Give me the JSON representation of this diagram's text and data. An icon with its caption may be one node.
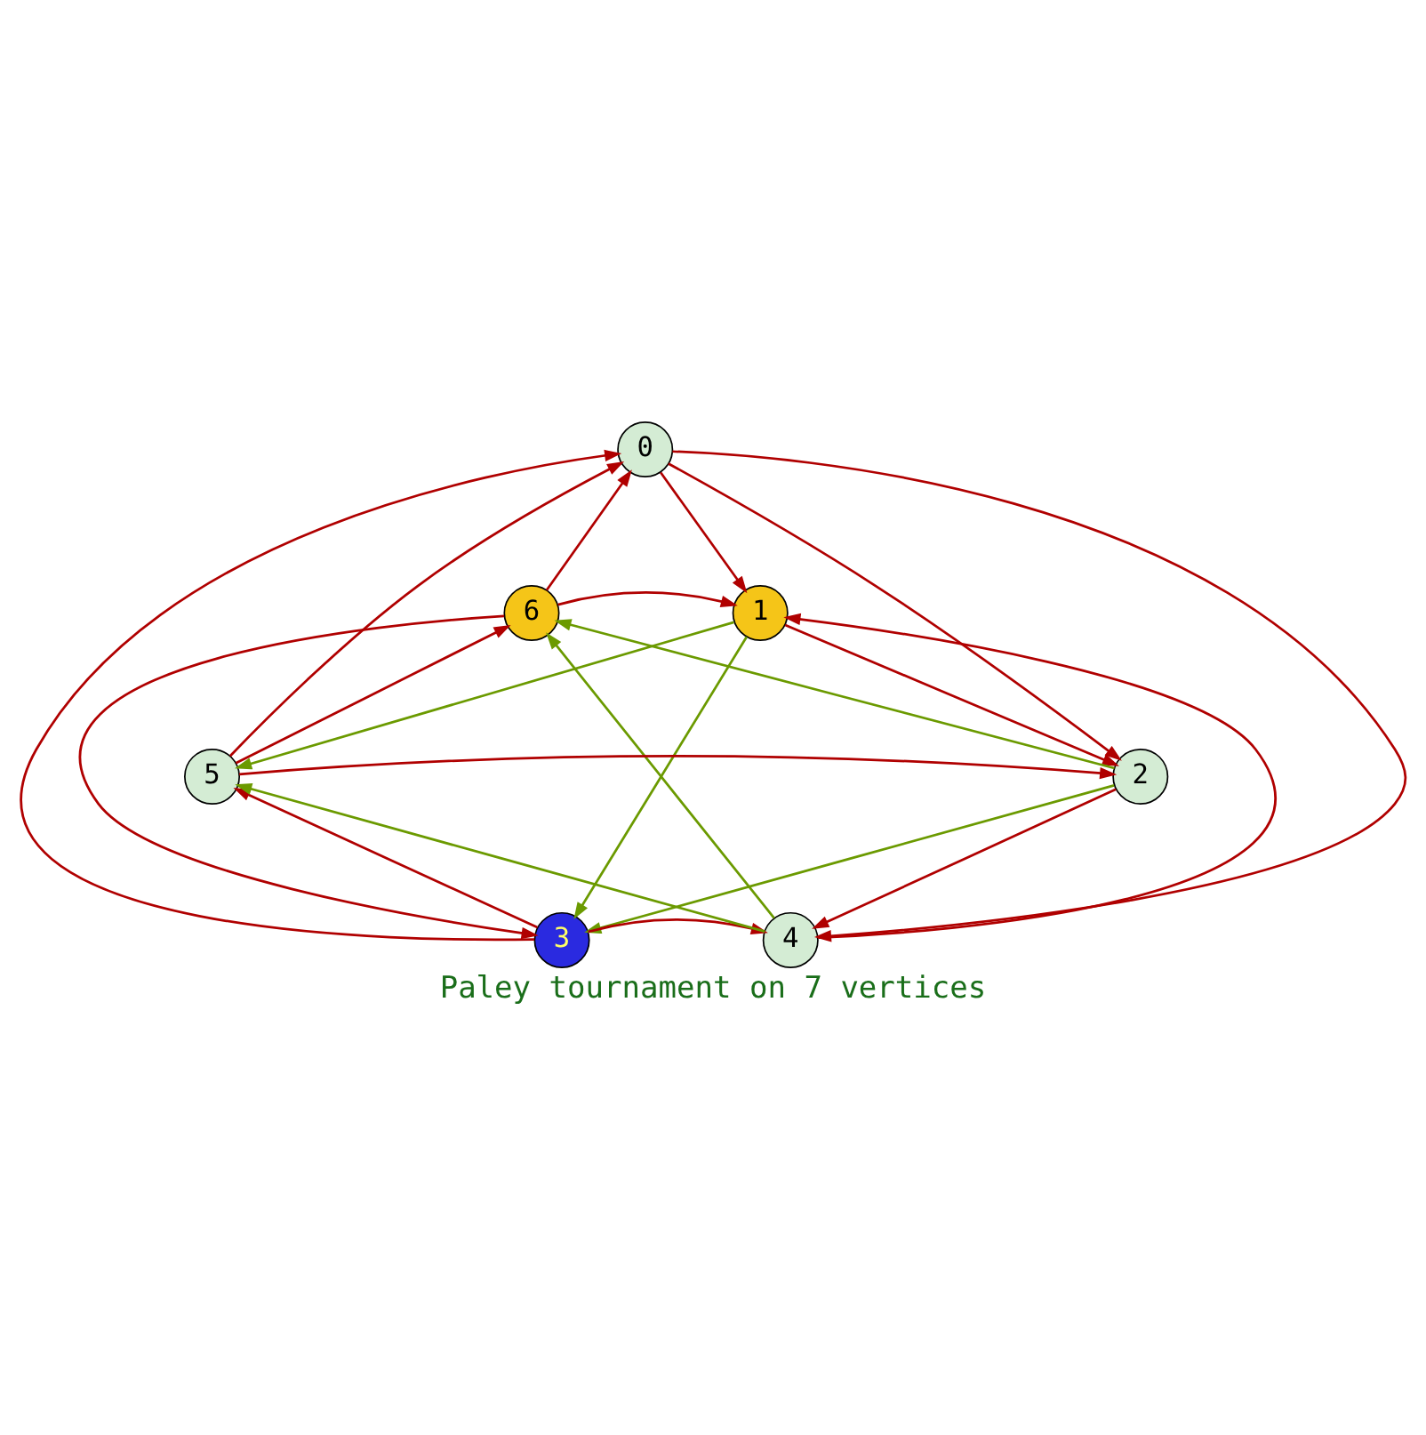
{
  "diagram": {
    "caption": "Paley tournament on 7 vertices",
    "nodes": [
      {
        "text": [
          "0"
        ]
      },
      {
        "text": [
          "1"
        ]
      },
      {
        "text": [
          "2"
        ]
      },
      {
        "text": [
          "3"
        ]
      },
      {
        "text": [
          "4"
        ]
      },
      {
        "text": [
          "5"
        ]
      },
      {
        "text": [
          "6"
        ]
      }
    ],
    "edges": [
      {
        "from": 0,
        "to": 1,
        "arrow": "to"
      },
      {
        "from": 0,
        "to": 2,
        "arrow": "to"
      },
      {
        "from": 0,
        "to": 4,
        "arrow": "to"
      },
      {
        "from": 1,
        "to": 2,
        "arrow": "to"
      },
      {
        "from": 1,
        "to": 3,
        "arrow": "to",
        "color": "#6b9a00"
      },
      {
        "from": 1,
        "to": 5,
        "arrow": "to",
        "color": "#6b9a00"
      },
      {
        "from": 2,
        "to": 3,
        "arrow": "to",
        "color": "#6b9a00"
      },
      {
        "from": 2,
        "to": 4,
        "arrow": "to"
      },
      {
        "from": 2,
        "to": 6,
        "arrow": "to",
        "color": "#6b9a00"
      },
      {
        "from": 3,
        "to": 4,
        "arrow": "to"
      },
      {
        "from": 3,
        "to": 5,
        "arrow": "to"
      },
      {
        "from": 3,
        "to": 0,
        "arrow": "to"
      },
      {
        "from": 4,
        "to": 5,
        "arrow": "to",
        "color": "#6b9a00"
      },
      {
        "from": 4,
        "to": 6,
        "arrow": "to",
        "color": "#6b9a00"
      },
      {
        "from": 4,
        "to": 1,
        "arrow": "to"
      },
      {
        "from": 5,
        "to": 6,
        "arrow": "to"
      },
      {
        "from": 5,
        "to": 0,
        "arrow": "to"
      },
      {
        "from": 5,
        "to": 2,
        "arrow": "to"
      },
      {
        "from": 6,
        "to": 0,
        "arrow": "to"
      },
      {
        "from": 6,
        "to": 1,
        "arrow": "to"
      },
      {
        "from": 6,
        "to": 3,
        "arrow": "to"
      }
    ]
  }
}
